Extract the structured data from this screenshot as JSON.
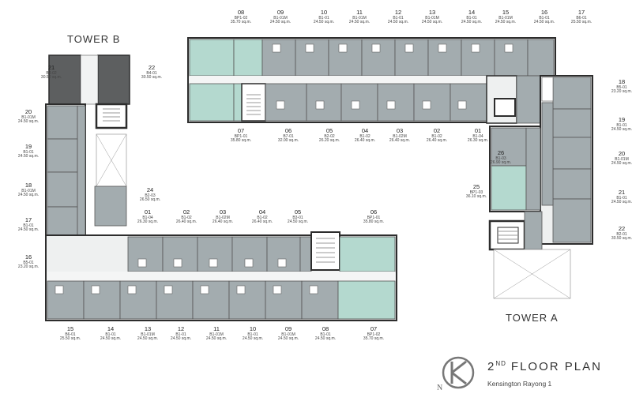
{
  "towers": {
    "tower_b": "TOWER B",
    "tower_a": "TOWER A"
  },
  "title": {
    "prefix": "2",
    "sup": "ND",
    "rest": "FLOOR  PLAN",
    "subtitle": "Kensington Rayong 1",
    "compass_letter": "N"
  },
  "units": {
    "tb_top": [
      {
        "num": "08",
        "code": "BP1-02",
        "area": "35.70 sq.m."
      },
      {
        "num": "09",
        "code": "B1-01M",
        "area": "24.50 sq.m."
      },
      {
        "num": "10",
        "code": "B1-01",
        "area": "24.50 sq.m."
      },
      {
        "num": "11",
        "code": "B1-01M",
        "area": "24.50 sq.m."
      },
      {
        "num": "12",
        "code": "B1-01",
        "area": "24.50 sq.m."
      },
      {
        "num": "13",
        "code": "B1-01M",
        "area": "24.50 sq.m."
      },
      {
        "num": "14",
        "code": "B1-01",
        "area": "24.50 sq.m."
      },
      {
        "num": "15",
        "code": "B1-01M",
        "area": "24.50 sq.m."
      },
      {
        "num": "16",
        "code": "B1-01",
        "area": "24.50 sq.m."
      },
      {
        "num": "17",
        "code": "B6-01",
        "area": "25.50 sq.m."
      }
    ],
    "ta_inner": [
      {
        "num": "07",
        "code": "BP1-01",
        "area": "35.80 sq.m."
      },
      {
        "num": "06",
        "code": "B7-01",
        "area": "32.00 sq.m."
      },
      {
        "num": "05",
        "code": "B2-02",
        "area": "26.20 sq.m."
      },
      {
        "num": "04",
        "code": "B1-02",
        "area": "26.40 sq.m."
      },
      {
        "num": "03",
        "code": "B1-02M",
        "area": "26.40 sq.m."
      },
      {
        "num": "02",
        "code": "B1-02",
        "area": "26.40 sq.m."
      },
      {
        "num": "01",
        "code": "B1-04",
        "area": "26.30 sq.m."
      }
    ],
    "ta_right": [
      {
        "num": "18",
        "code": "B5-01",
        "area": "23.20 sq.m."
      },
      {
        "num": "19",
        "code": "B1-01",
        "area": "24.50 sq.m."
      },
      {
        "num": "20",
        "code": "B1-01M",
        "area": "24.50 sq.m."
      },
      {
        "num": "21",
        "code": "B1-01",
        "area": "24.50 sq.m."
      },
      {
        "num": "22",
        "code": "B2-01",
        "area": "30.50 sq.m."
      }
    ],
    "ta_mid": [
      {
        "num": "26",
        "code": "B1-03",
        "area": "26.90 sq.m."
      },
      {
        "num": "25",
        "code": "BP1-03",
        "area": "36.10 sq.m."
      }
    ],
    "tb_top_pair": [
      {
        "num": "21",
        "code": "B4-02",
        "area": "30.50 sq.m."
      },
      {
        "num": "22",
        "code": "B4-01",
        "area": "30.50 sq.m."
      }
    ],
    "tb_left": [
      {
        "num": "20",
        "code": "B1-01M",
        "area": "24.50 sq.m."
      },
      {
        "num": "19",
        "code": "B1-01",
        "area": "24.50 sq.m."
      },
      {
        "num": "18",
        "code": "B1-01M",
        "area": "24.50 sq.m."
      },
      {
        "num": "17",
        "code": "B1-01",
        "area": "24.50 sq.m."
      },
      {
        "num": "16",
        "code": "B5-01",
        "area": "23.20 sq.m."
      }
    ],
    "tb_24": {
      "num": "24",
      "code": "B2-03",
      "area": "26.50 sq.m."
    },
    "tb_mid_top": [
      {
        "num": "01",
        "code": "B1-04",
        "area": "26.30 sq.m."
      },
      {
        "num": "02",
        "code": "B1-02",
        "area": "26.40 sq.m."
      },
      {
        "num": "03",
        "code": "B1-02M",
        "area": "26.40 sq.m."
      },
      {
        "num": "04",
        "code": "B1-02",
        "area": "26.40 sq.m."
      },
      {
        "num": "05",
        "code": "B3-01",
        "area": "24.50 sq.m."
      },
      {
        "num": "06",
        "code": "BP1-01",
        "area": "35.80 sq.m."
      }
    ],
    "tb_bottom": [
      {
        "num": "15",
        "code": "B6-01",
        "area": "25.50 sq.m."
      },
      {
        "num": "14",
        "code": "B1-01",
        "area": "24.50 sq.m."
      },
      {
        "num": "13",
        "code": "B1-01M",
        "area": "24.50 sq.m."
      },
      {
        "num": "12",
        "code": "B1-01",
        "area": "24.50 sq.m."
      },
      {
        "num": "11",
        "code": "B1-01M",
        "area": "24.50 sq.m."
      },
      {
        "num": "10",
        "code": "B1-01",
        "area": "24.50 sq.m."
      },
      {
        "num": "09",
        "code": "B1-01M",
        "area": "24.50 sq.m."
      },
      {
        "num": "08",
        "code": "B1-01",
        "area": "24.50 sq.m."
      },
      {
        "num": "07",
        "code": "BP1-02",
        "area": "35.70 sq.m."
      }
    ]
  },
  "colors": {
    "unit": "#a3acaf",
    "unit_light": "#c7cccd",
    "teal": "#b4d9cf",
    "dark": "#5d5f60",
    "corridor": "#eef0f0",
    "wall": "#2d2d2d"
  }
}
